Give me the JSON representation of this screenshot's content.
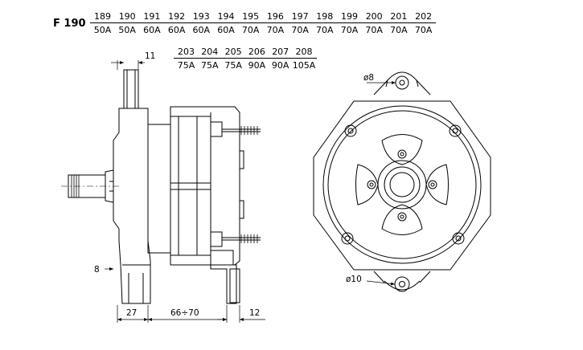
{
  "model": "F 190",
  "variants_row1": [
    {
      "code": "189",
      "amps": "50A"
    },
    {
      "code": "190",
      "amps": "50A"
    },
    {
      "code": "191",
      "amps": "60A"
    },
    {
      "code": "192",
      "amps": "60A"
    },
    {
      "code": "193",
      "amps": "60A"
    },
    {
      "code": "194",
      "amps": "60A"
    },
    {
      "code": "195",
      "amps": "70A"
    },
    {
      "code": "196",
      "amps": "70A"
    },
    {
      "code": "197",
      "amps": "70A"
    },
    {
      "code": "198",
      "amps": "70A"
    },
    {
      "code": "199",
      "amps": "70A"
    },
    {
      "code": "200",
      "amps": "70A"
    },
    {
      "code": "201",
      "amps": "70A"
    },
    {
      "code": "202",
      "amps": "70A"
    }
  ],
  "variants_row2": [
    {
      "code": "203",
      "amps": "75A"
    },
    {
      "code": "204",
      "amps": "75A"
    },
    {
      "code": "205",
      "amps": "75A"
    },
    {
      "code": "206",
      "amps": "90A"
    },
    {
      "code": "207",
      "amps": "90A"
    },
    {
      "code": "208",
      "amps": "105A"
    }
  ],
  "dimensions": {
    "mount_width": "11",
    "flange_offset": "8",
    "front_length": "27",
    "body_length": "66÷70",
    "terminal_length": "12",
    "top_hole": "ø8",
    "bottom_hole": "ø10"
  }
}
